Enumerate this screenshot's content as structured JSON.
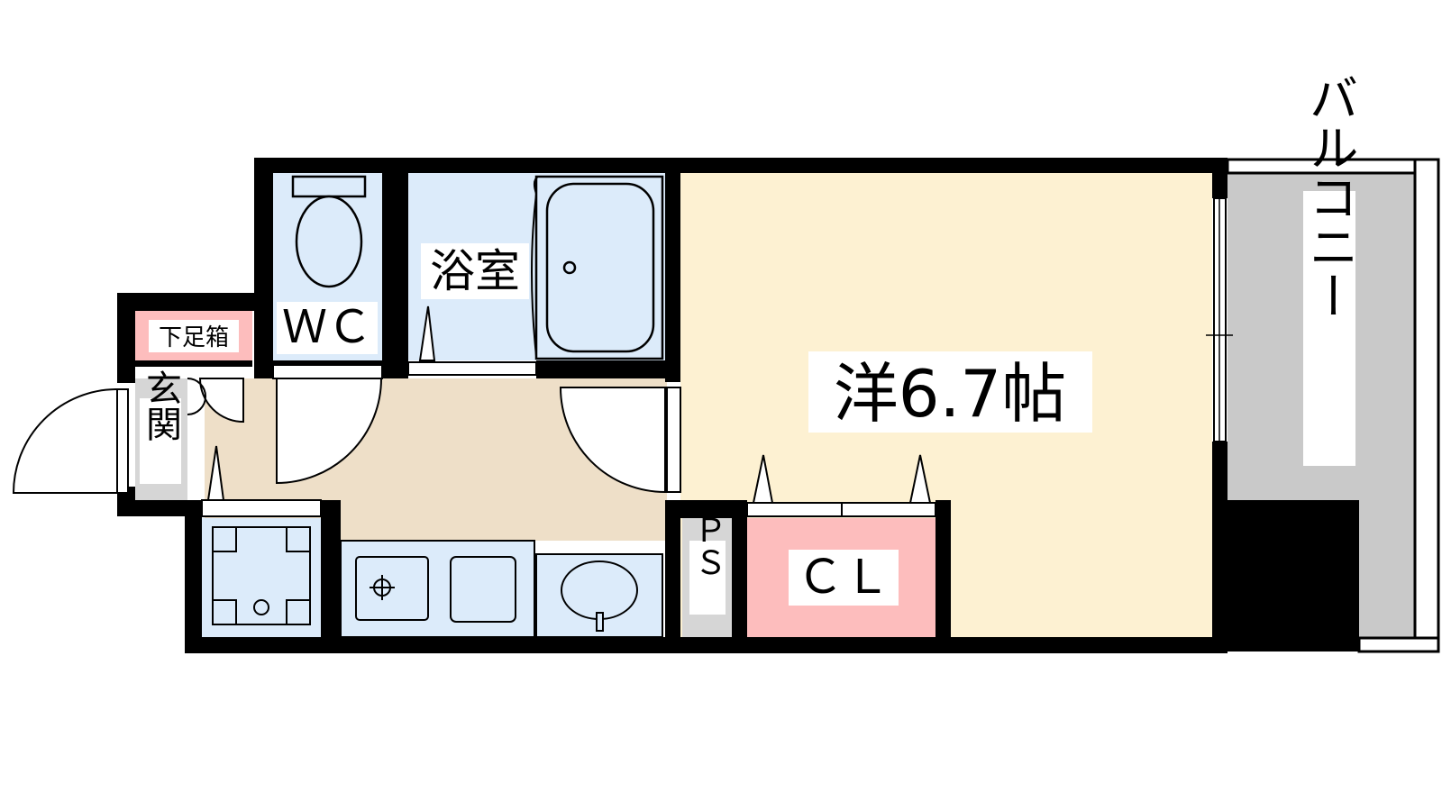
{
  "floorplan": {
    "rooms": {
      "western_room": "洋6.7帖",
      "bathroom": "浴室",
      "toilet": "ＷＣ",
      "closet": "ＣＬ",
      "entrance": "玄関",
      "shoe_box": "下足箱",
      "pipe_space": "ＰＳ",
      "balcony": "バルコニー"
    },
    "colors": {
      "western_room": "#FDF1D2",
      "wet_areas": "#DCEBFA",
      "kitchen_floor": "#EEDFC8",
      "closet": "#FDBDBD",
      "balcony": "#C9C9C9",
      "pipe_space": "#D6D6D6",
      "walls": "#000000"
    }
  }
}
